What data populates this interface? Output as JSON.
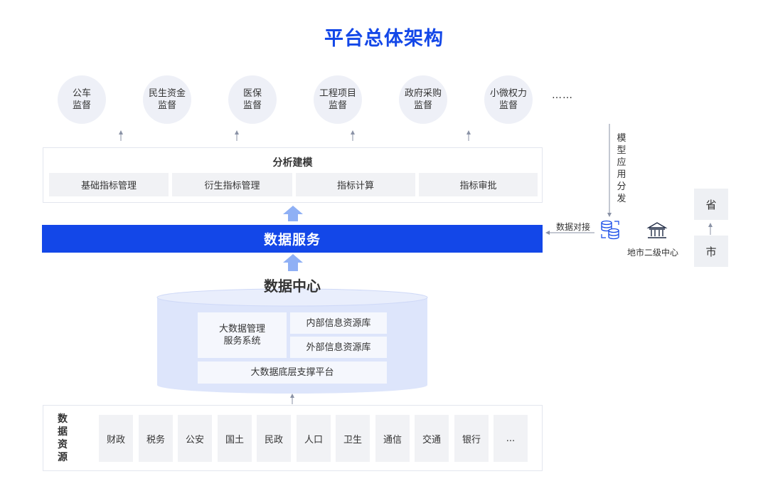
{
  "title": "平台总体架构",
  "supervision_items": [
    "公车\n监督",
    "民生资金\n监督",
    "医保\n监督",
    "工程项目\n监督",
    "政府采购\n监督",
    "小微权力\n监督"
  ],
  "supervision_more": "……",
  "analysis": {
    "title": "分析建模",
    "items": [
      "基础指标管理",
      "衍生指标管理",
      "指标计算",
      "指标审批"
    ]
  },
  "data_service": "数据服务",
  "data_center": {
    "title": "数据中心",
    "big_data_mgmt": "大数据管理\n服务系统",
    "internal_db": "内部信息资源库",
    "external_db": "外部信息资源库",
    "base_platform": "大数据底层支撑平台"
  },
  "data_sources": {
    "title": "数据\n资源",
    "items": [
      "财政",
      "税务",
      "公安",
      "国土",
      "民政",
      "人口",
      "卫生",
      "通信",
      "交通",
      "银行",
      "..."
    ]
  },
  "right_panel": {
    "model_distribution": "模\n型\n应\n用\n分\n发",
    "data_docking": "数据对接",
    "center_label": "地市二级中心",
    "province": "省",
    "city": "市"
  },
  "colors": {
    "primary": "#1347e8",
    "arrow_light": "#8fb0f5",
    "circle_bg": "#eef0f7",
    "cylinder": "#dde5fb"
  }
}
